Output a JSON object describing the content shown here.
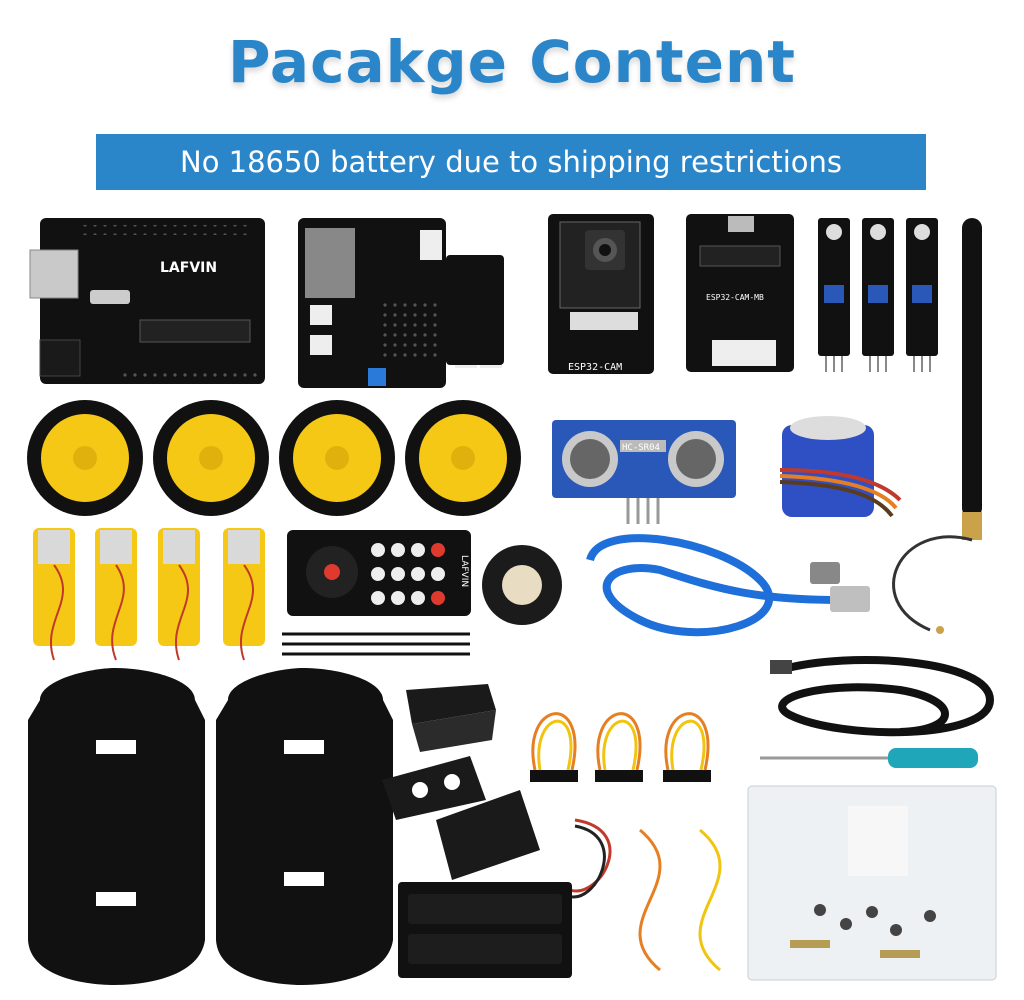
{
  "title": "Pacakge Content",
  "banner": "No 18650 battery due to shipping restrictions",
  "colors": {
    "accent": "#2b86c9",
    "banner_bg": "#2b86c9",
    "wheel_yellow": "#f6c816",
    "board_black": "#111111",
    "sensor_blue": "#2a58b8",
    "cable_blue": "#1e6fd9"
  },
  "labels": {
    "uno_brand": "LAFVIN",
    "esp32cam": "ESP32-CAM",
    "esp32cam_mb": "ESP32-CAM-MB",
    "ultrasonic": "HC-SR04",
    "remote_brand": "LAFVIN"
  }
}
